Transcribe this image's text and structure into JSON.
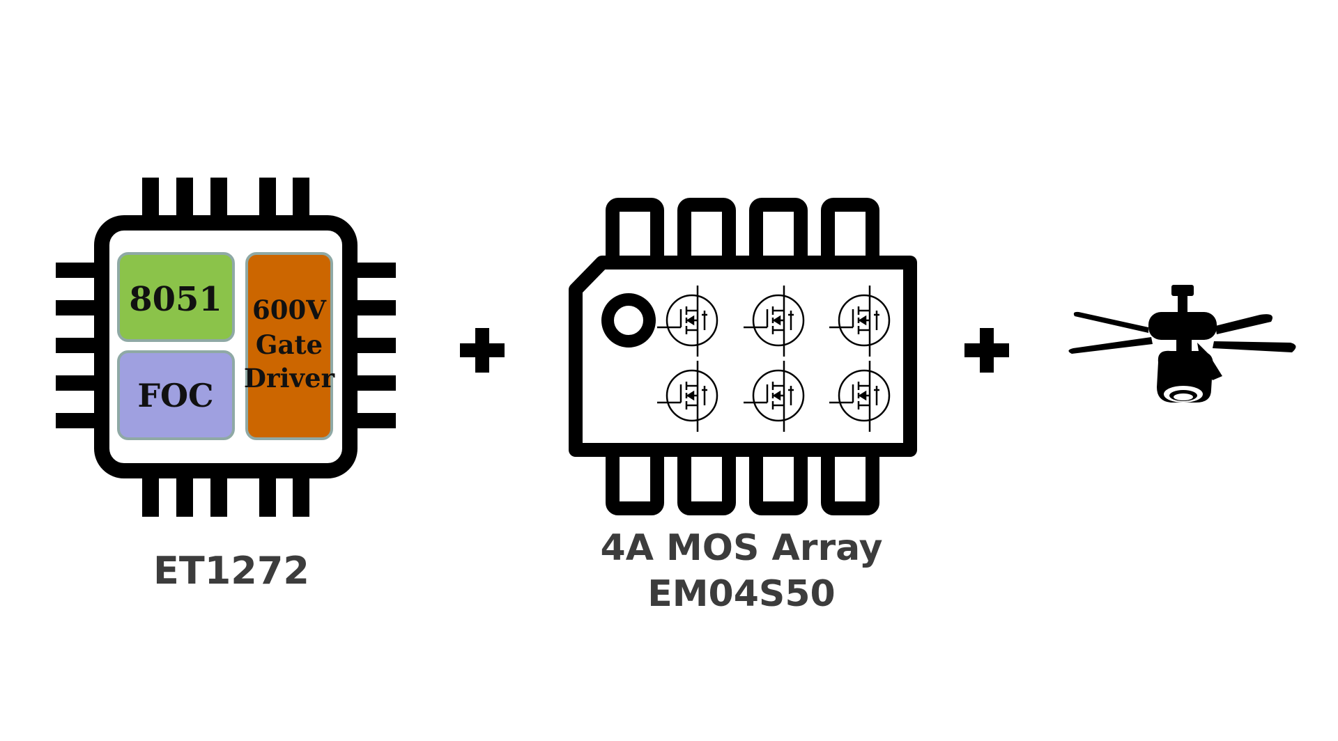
{
  "chip1": {
    "blocks": {
      "cpu": "8051",
      "foc": "FOC",
      "driver_line1": "600V",
      "driver_line2": "Gate",
      "driver_line3": "Driver"
    },
    "label": "ET1272",
    "colors": {
      "cpu": "#8BC34A",
      "foc": "#9FA0E0",
      "driver": "#CC6600",
      "block_border": "#8FA9A5"
    }
  },
  "operator_1": "+",
  "chip2": {
    "label_line1": "4A MOS Array",
    "label_line2": "EM04S50",
    "mosfet_count": 6
  },
  "operator_2": "+",
  "load": {
    "icon": "ceiling-fan-icon"
  },
  "colors": {
    "outline": "#000000",
    "label_text": "#3C3C3C",
    "background": "#FFFFFF"
  }
}
